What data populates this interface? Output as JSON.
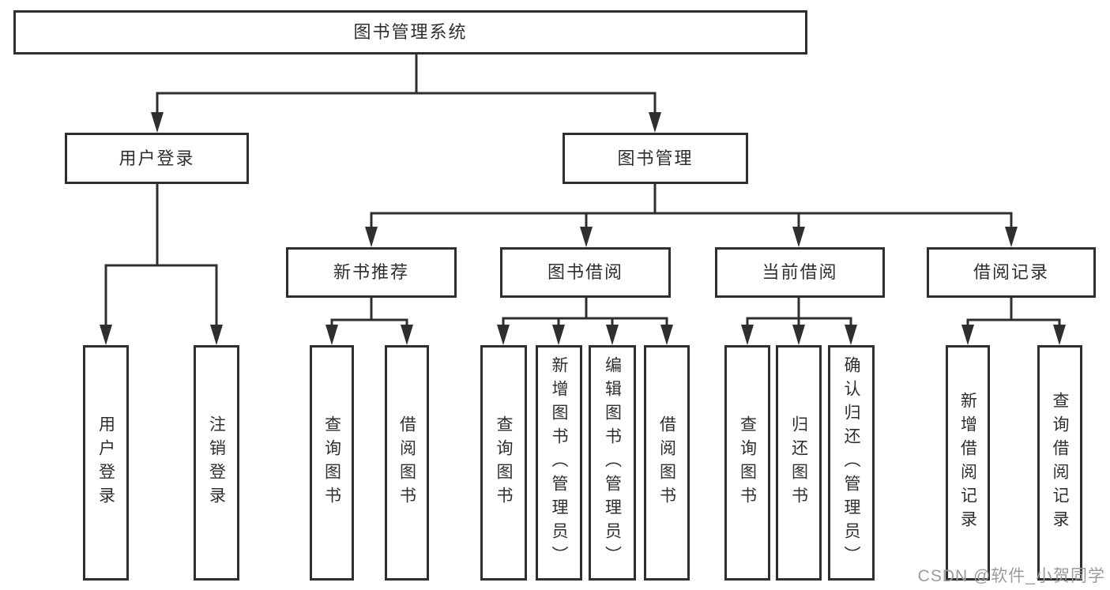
{
  "diagram": {
    "root": {
      "label": "图书管理系统"
    },
    "branches": [
      {
        "label": "用户登录",
        "children": [
          "用户登录",
          "注销登录"
        ]
      },
      {
        "label": "图书管理"
      }
    ],
    "modules": [
      {
        "label": "新书推荐",
        "children": [
          "查询图书",
          "借阅图书"
        ]
      },
      {
        "label": "图书借阅",
        "children": [
          "查询图书",
          "新增图书（管理员）",
          "编辑图书（管理员）",
          "借阅图书"
        ]
      },
      {
        "label": "当前借阅",
        "children": [
          "查询图书",
          "归还图书",
          "确认归还（管理员）"
        ]
      },
      {
        "label": "借阅记录",
        "children": [
          "新增借阅记录",
          "查询借阅记录"
        ]
      }
    ],
    "watermark": "CSDN @软件_小贺同学",
    "colors": {
      "line": "#2f2f2f",
      "text": "#2f2f2f",
      "watermark": "#9b9b9b",
      "background": "#ffffff"
    }
  }
}
